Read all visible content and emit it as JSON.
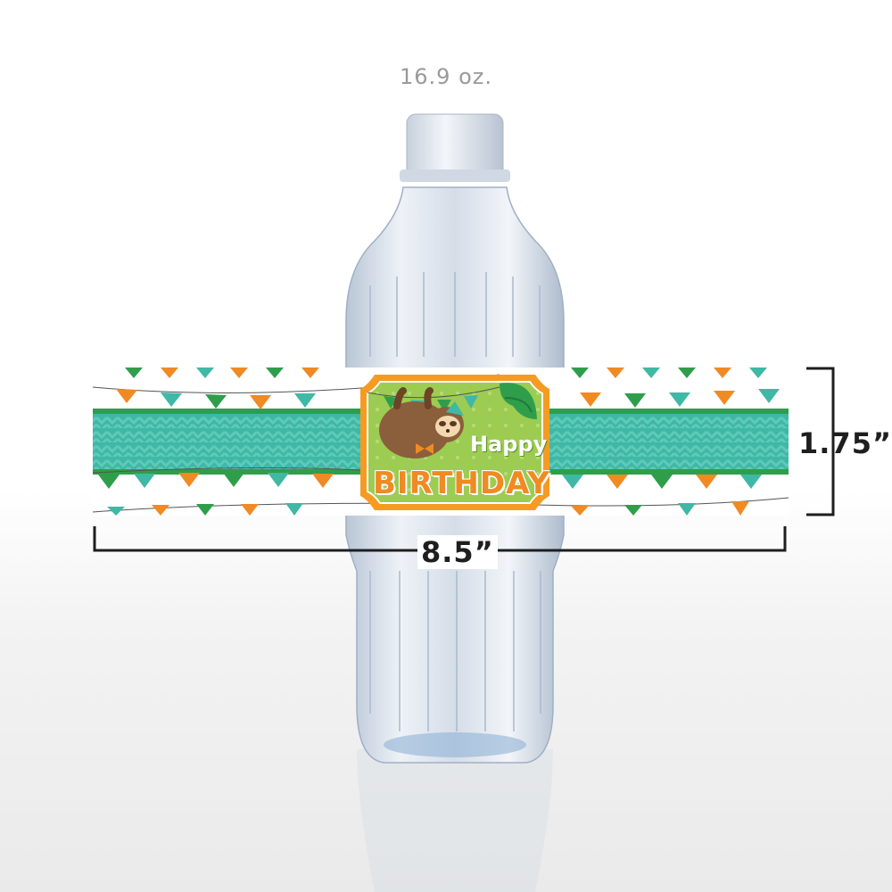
{
  "caption": {
    "volume": "16.9 oz."
  },
  "dimensions": {
    "height": "1.75”",
    "width": "8.5”"
  },
  "label_badge": {
    "line1": "Happy",
    "line2": "BIRTHDAY"
  },
  "colors": {
    "teal": "#3fb8a5",
    "green": "#2f9e4b",
    "orange": "#f08a23",
    "badge_green": "#8cc63f",
    "badge_border": "#f59b22",
    "sloth_brown": "#8b5e3c"
  }
}
